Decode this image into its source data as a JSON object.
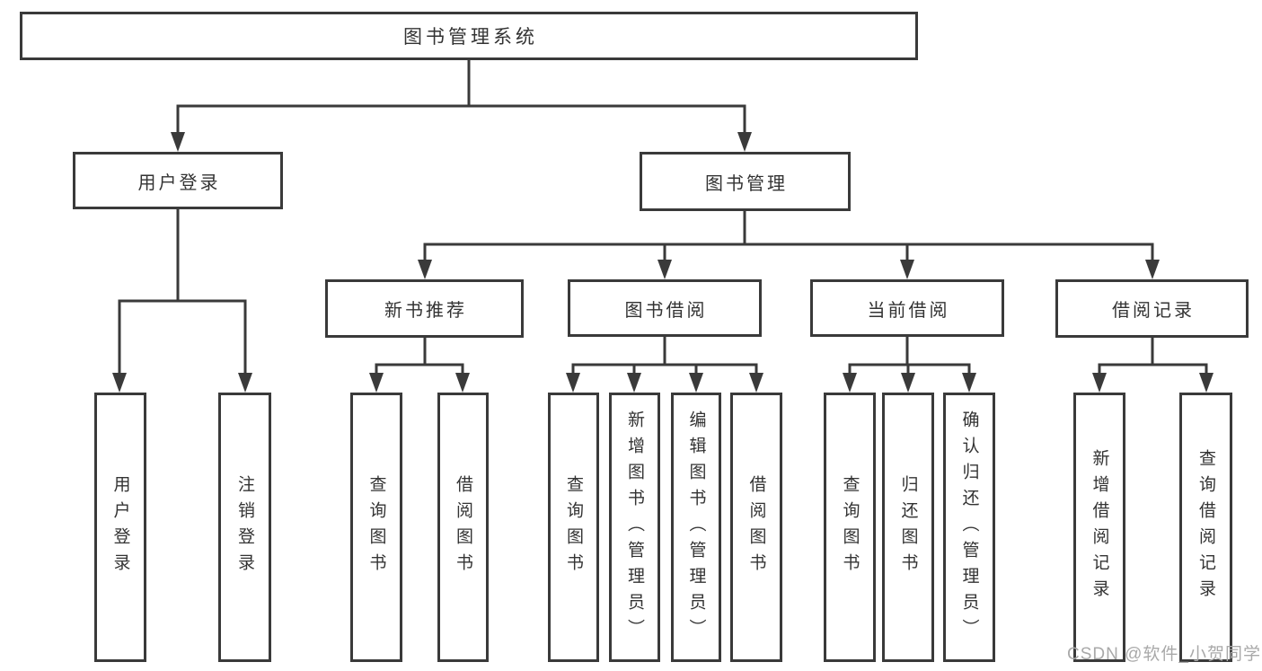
{
  "tree": {
    "label": "图书管理系统",
    "children": [
      {
        "label": "用户登录",
        "children": [
          {
            "label": "用户登录"
          },
          {
            "label": "注销登录"
          }
        ]
      },
      {
        "label": "图书管理",
        "children": [
          {
            "label": "新书推荐",
            "children": [
              {
                "label": "查询图书"
              },
              {
                "label": "借阅图书"
              }
            ]
          },
          {
            "label": "图书借阅",
            "children": [
              {
                "label": "查询图书"
              },
              {
                "label": "新增图书（管理员）"
              },
              {
                "label": "编辑图书（管理员）"
              },
              {
                "label": "借阅图书"
              }
            ]
          },
          {
            "label": "当前借阅",
            "children": [
              {
                "label": "查询图书"
              },
              {
                "label": "归还图书"
              },
              {
                "label": "确认归还（管理员）"
              }
            ]
          },
          {
            "label": "借阅记录",
            "children": [
              {
                "label": "新增借阅记录"
              },
              {
                "label": "查询借阅记录"
              }
            ]
          }
        ]
      }
    ]
  },
  "watermark": {
    "text": "CSDN @软件_小贺同学"
  },
  "colors": {
    "line": "#3a3a3a",
    "box_border": "#3a3a3a",
    "text": "#333333",
    "watermark": "#a9a9a9",
    "background": "#ffffff"
  }
}
